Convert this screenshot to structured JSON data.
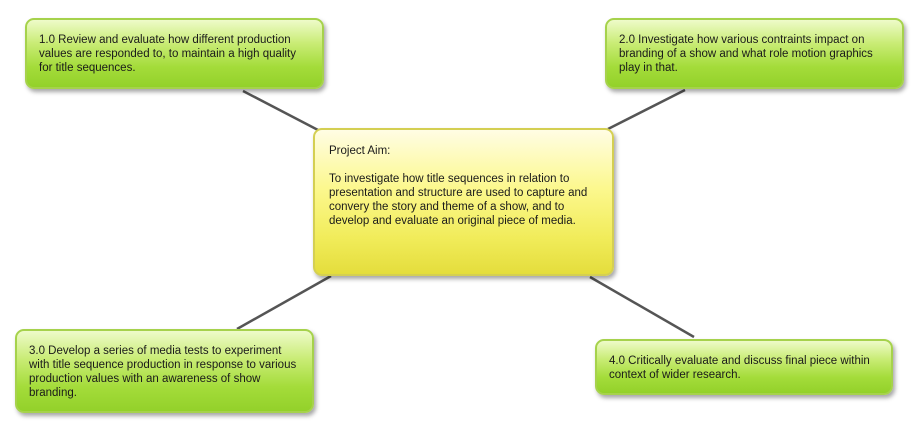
{
  "center": {
    "title": "Project Aim:",
    "text": "To investigate how title sequences in relation to presentation and structure are used to capture and convery the story and theme of a show, and to develop and evaluate an original piece of media."
  },
  "objectives": [
    {
      "text": "1.0 Review and evaluate how different production values are responded to, to maintain a high quality for title sequences."
    },
    {
      "text": "2.0 Investigate how various contraints impact on branding of a show and what role motion graphics play in that."
    },
    {
      "text": "3.0 Develop a series of media tests to experiment with title sequence production in response to various production values with an awareness of show branding."
    },
    {
      "text": "4.0 Critically evaluate and discuss final piece within context of wider research."
    }
  ],
  "colors": {
    "connector": "#555555",
    "node_green": "#a4dc3a",
    "node_yellow": "#f1ec5a"
  }
}
